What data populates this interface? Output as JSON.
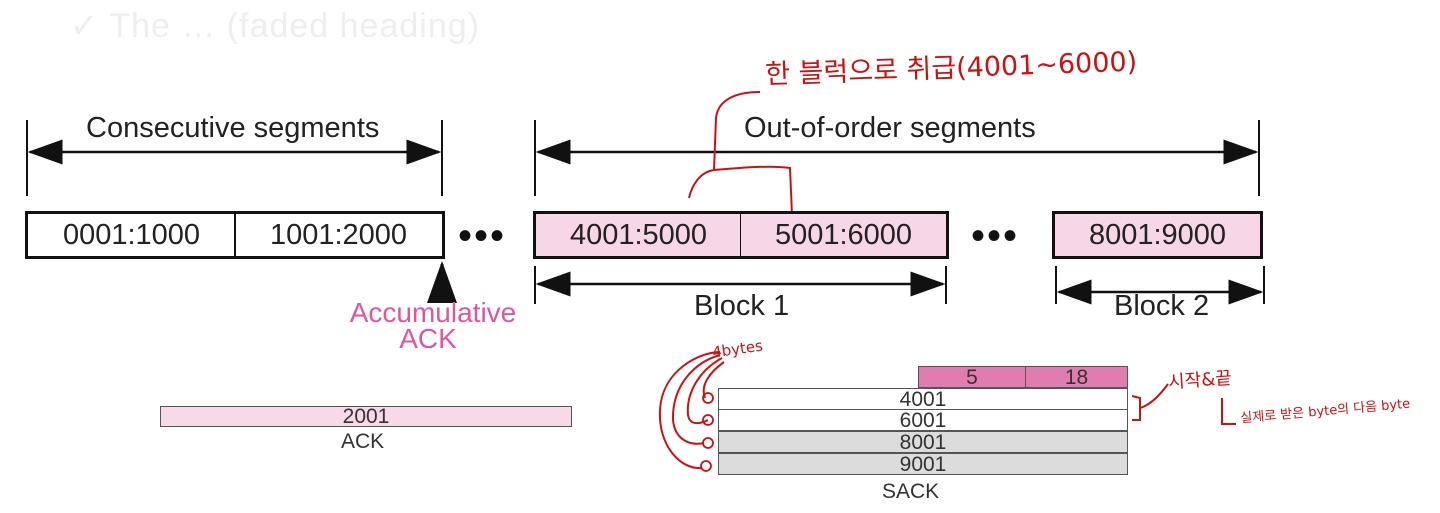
{
  "faded_heading": "✓ The … (faded heading)",
  "consecutive_label": "Consecutive segments",
  "out_of_order_label": "Out-of-order segments",
  "segments": {
    "seg1": "0001:1000",
    "seg2": "1001:2000",
    "seg3": "4001:5000",
    "seg4": "5001:6000",
    "seg5": "8001:9000"
  },
  "ellipsis": "•••",
  "block1_label": "Block 1",
  "block2_label": "Block 2",
  "accumulative_ack": {
    "line1": "Accumulative",
    "line2": "ACK"
  },
  "ack_box": {
    "value": "2001",
    "caption": "ACK"
  },
  "sack_box": {
    "header_left": "5",
    "header_right": "18",
    "rows": [
      "4001",
      "6001",
      "8001",
      "9001"
    ],
    "caption": "SACK"
  },
  "annotations": {
    "top_note": "한 블럭으로 취급(4001~6000)",
    "bytes_note": "4bytes",
    "start_end_note": "시작&끝",
    "actual_note": "실제로 받은 byte의 다음 byte"
  },
  "colors": {
    "pink_fill": "#f7d7e6",
    "accent_pink": "#e0559f",
    "sack_header": "#e07cb0",
    "annotation_red": "#cc1111"
  }
}
